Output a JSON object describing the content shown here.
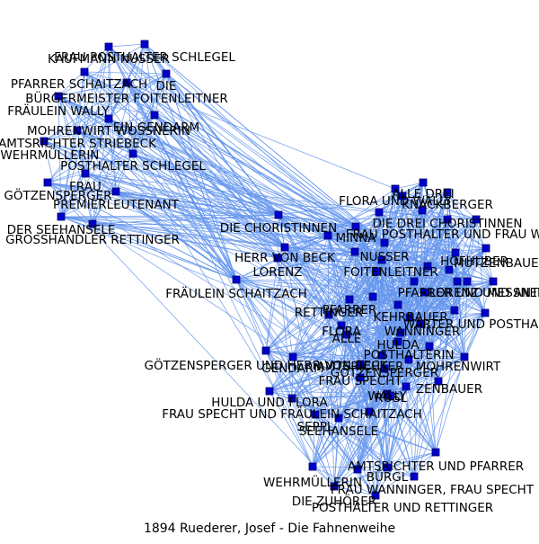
{
  "caption": "1894 Ruederer, Josef - Die Fahnenweihe",
  "colors": {
    "edge": "#6495ED",
    "node_fill": "#0000CC",
    "node_stroke": "#00006E"
  },
  "nodes": [
    {
      "id": "n1",
      "label": "FRAU POSTHALTER SCHLEGEL"
    },
    {
      "id": "n2",
      "label": "KAUFMANN NUSSER"
    },
    {
      "id": "n3",
      "label": "PFARRER SCHAITZACH"
    },
    {
      "id": "n4",
      "label": "DIE"
    },
    {
      "id": "n5",
      "label": "BÜRGERMEISTER FOITENLEITNER"
    },
    {
      "id": "n6",
      "label": "FRÄULEIN WALLY"
    },
    {
      "id": "n7",
      "label": "EIN GENDARM"
    },
    {
      "id": "n8",
      "label": "MOHRENWIRT WOSSNERIN"
    },
    {
      "id": "n9",
      "label": "AMTSRICHTER STRIEBECK"
    },
    {
      "id": "n10",
      "label": "E WEHRMÜLLERIN"
    },
    {
      "id": "n11",
      "label": "POSTHALTER SCHLEGEL"
    },
    {
      "id": "n12",
      "label": "FRAU"
    },
    {
      "id": "n13",
      "label": "AR GÖTZENSPERGER"
    },
    {
      "id": "n14",
      "label": "PREMIERLEUTENANT"
    },
    {
      "id": "n15",
      "label": "DER SEEHANSELE"
    },
    {
      "id": "n16",
      "label": "GROSSHÄNDLER RETTINGER"
    },
    {
      "id": "n17",
      "label": "DIE CHORISTINNEN"
    },
    {
      "id": "n18",
      "label": "HERR VON BECK"
    },
    {
      "id": "n19",
      "label": "LORENZ"
    },
    {
      "id": "n20",
      "label": "FRÄULEIN SCHAITZACH"
    },
    {
      "id": "n21",
      "label": "NUSSER"
    },
    {
      "id": "n22",
      "label": "FOITENLEITNER"
    },
    {
      "id": "n23",
      "label": "FLORA UND WALLY"
    },
    {
      "id": "n24",
      "label": "ALLE DREI"
    },
    {
      "id": "n25",
      "label": "KNACKBERGER"
    },
    {
      "id": "n26",
      "label": "DIE DREI CHORISTINNEN"
    },
    {
      "id": "n27",
      "label": "FRAU POSTHALTER UND FRAU WANNINGER"
    },
    {
      "id": "n28",
      "label": "MINNA"
    },
    {
      "id": "n29",
      "label": "HOFHUBER"
    },
    {
      "id": "n30",
      "label": "MÜTZENBAUER"
    },
    {
      "id": "n31",
      "label": "LORENZ UND ANTON"
    },
    {
      "id": "n32",
      "label": "PFARRER"
    },
    {
      "id": "n33",
      "label": "RETTINGER"
    },
    {
      "id": "n34",
      "label": "KEHRBAUER"
    },
    {
      "id": "n35",
      "label": "FLORA"
    },
    {
      "id": "n36",
      "label": "WANNINGER"
    },
    {
      "id": "n37",
      "label": "ALLE"
    },
    {
      "id": "n38",
      "label": "HULDA"
    },
    {
      "id": "n39",
      "label": "WÄRTER UND POSTHALTER"
    },
    {
      "id": "n40",
      "label": "GÖTZENSPERGER UND HERR VON BECK"
    },
    {
      "id": "n41",
      "label": "POSTHALTERIN"
    },
    {
      "id": "n42",
      "label": "MOHRENWIRT"
    },
    {
      "id": "n43",
      "label": "GÖTZENSPERGER"
    },
    {
      "id": "n44",
      "label": "AMTSRICHTER"
    },
    {
      "id": "n45",
      "label": "GENDARM"
    },
    {
      "id": "n46",
      "label": "FRAU SPECHT"
    },
    {
      "id": "n47",
      "label": "ZENBAUER"
    },
    {
      "id": "n48",
      "label": "WALLY"
    },
    {
      "id": "n49",
      "label": "RÖSL"
    },
    {
      "id": "n50",
      "label": "HULDA UND FLORA"
    },
    {
      "id": "n51",
      "label": "FRAU SPECHT UND FRÄULEIN SCHAITZACH"
    },
    {
      "id": "n52",
      "label": "SEPPL"
    },
    {
      "id": "n53",
      "label": "SEEHANSELE"
    },
    {
      "id": "n54",
      "label": "AMTSRICHTER UND PFARRER"
    },
    {
      "id": "n55",
      "label": "WEHRMÜLLERIN"
    },
    {
      "id": "n56",
      "label": "BÜRGL"
    },
    {
      "id": "n57",
      "label": "FRAU WANNINGER, FRAU SPECHT"
    },
    {
      "id": "n58",
      "label": "DIE ZUHÖRER"
    },
    {
      "id": "n59",
      "label": "POSTHALTER UND RETTINGER"
    },
    {
      "id": "n60",
      "label": "PFARRER UND MESSNER"
    }
  ],
  "extra_nodes": [
    {
      "id": "u1"
    },
    {
      "id": "u2"
    },
    {
      "id": "u3"
    },
    {
      "id": "u4"
    },
    {
      "id": "u5"
    },
    {
      "id": "u6"
    },
    {
      "id": "u7"
    },
    {
      "id": "u8"
    },
    {
      "id": "u9"
    },
    {
      "id": "u10"
    },
    {
      "id": "u11"
    },
    {
      "id": "u12"
    },
    {
      "id": "u13"
    },
    {
      "id": "u14"
    },
    {
      "id": "u15"
    },
    {
      "id": "u16"
    },
    {
      "id": "u17"
    },
    {
      "id": "u18"
    },
    {
      "id": "u19"
    },
    {
      "id": "u20"
    }
  ]
}
